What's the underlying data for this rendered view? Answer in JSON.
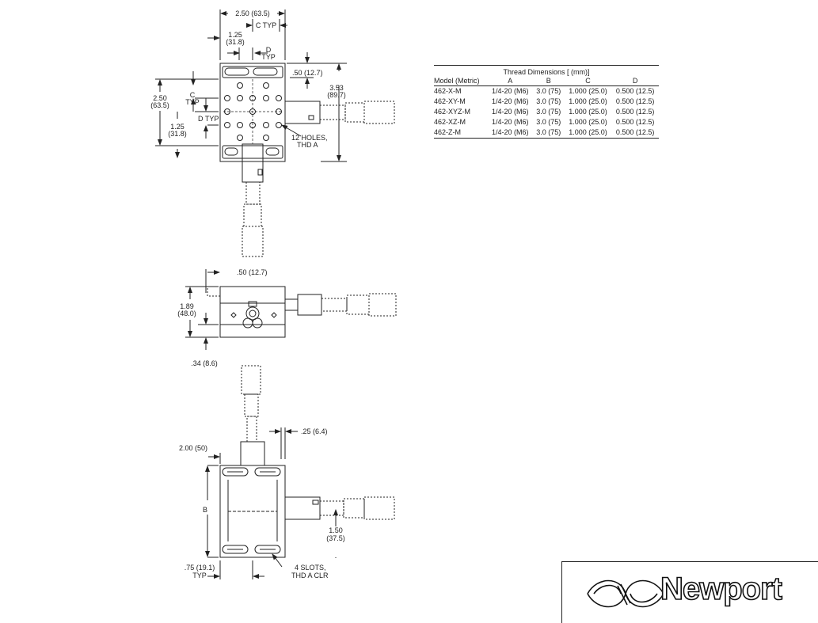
{
  "views": {
    "top": {
      "overall_width": "2.50 (63.5)",
      "c_typ": "C TYP",
      "half_width_in": "1.25",
      "half_width_mm": "(31.8)",
      "d_label": "D",
      "d_typ": "TYP",
      "mic_offset": ".50 (12.7)",
      "overall_length_in": "3.53",
      "overall_length_mm": "(89.7)",
      "overall_height_in": "2.50",
      "overall_height_mm": "(63.5)",
      "c_label": "C",
      "c_typ_word": "TYP",
      "d_typ_side": "D TYP",
      "half_height_in": "1.25",
      "half_height_mm": "(31.8)",
      "holes_line1": "12 HOLES,",
      "holes_line2": "THD A"
    },
    "side": {
      "offset": ".50 (12.7)",
      "height_in": "1.89",
      "height_mm": "(48.0)",
      "base": ".34 (8.6)"
    },
    "bottom": {
      "side_offset": ".25 (6.4)",
      "width": "2.00 (50)",
      "b_label": "B",
      "mic_center_in": "1.50",
      "mic_center_mm": "(37.5)",
      "slot_offset_in": ".75 (19.1)",
      "slot_offset_typ": "TYP",
      "slots_line1": "4 SLOTS,",
      "slots_line2": "THD A CLR"
    }
  },
  "thread_table": {
    "caption": "Thread Dimensions [ (mm)]",
    "headers": [
      "Model (Metric)",
      "A",
      "B",
      "C",
      "D"
    ],
    "rows": [
      [
        "462-X-M",
        "1/4-20 (M6)",
        "3.0 (75)",
        "1.000 (25.0)",
        "0.500 (12.5)"
      ],
      [
        "462-XY-M",
        "1/4-20 (M6)",
        "3.0 (75)",
        "1.000 (25.0)",
        "0.500 (12.5)"
      ],
      [
        "462-XYZ-M",
        "1/4-20 (M6)",
        "3.0 (75)",
        "1.000 (25.0)",
        "0.500 (12.5)"
      ],
      [
        "462-XZ-M",
        "1/4-20 (M6)",
        "3.0 (75)",
        "1.000 (25.0)",
        "0.500 (12.5)"
      ],
      [
        "462-Z-M",
        "1/4-20 (M6)",
        "3.0 (75)",
        "1.000 (25.0)",
        "0.500 (12.5)"
      ]
    ]
  },
  "brand": {
    "name": "Newport",
    "logo_icon": "newport-swirl-logo-icon"
  }
}
